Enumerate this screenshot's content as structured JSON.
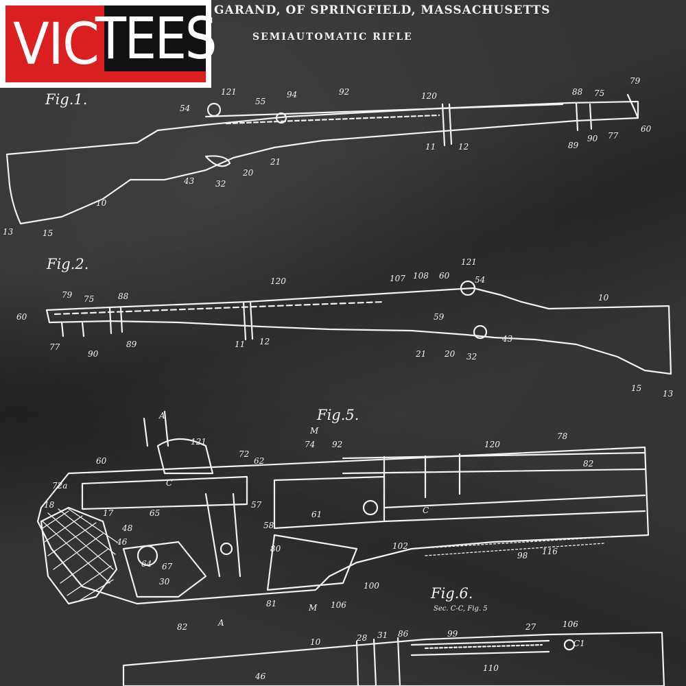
{
  "brand": {
    "left": "VIC",
    "right": "TEES"
  },
  "header": {
    "line1": "GARAND, OF SPRINGFIELD, MASSACHUSETTS",
    "line2": "SEMIAUTOMATIC RIFLE"
  },
  "figures": {
    "fig1": "Fig.1.",
    "fig2": "Fig.2.",
    "fig5": "Fig.5.",
    "fig6": "Fig.6.",
    "fig6_note": "Sec. C-C, Fig. 5"
  },
  "colors": {
    "shirt": "#343434",
    "ink": "#f2f2f2",
    "logo_red": "#d9201f",
    "logo_black": "#111111"
  }
}
